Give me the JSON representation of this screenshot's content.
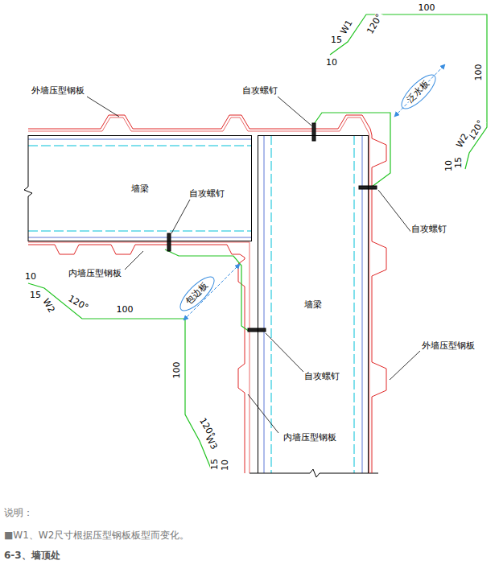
{
  "diagram": {
    "caption": "6-3、墙顶处",
    "nodes": [
      {
        "text": [
          "墙梁"
        ]
      },
      {
        "text": [
          "墙梁"
        ]
      }
    ],
    "labels": [
      "外墙压型钢板",
      "自攻螺钉",
      "W1",
      "15",
      "10",
      "120°",
      "100",
      "100",
      "120°",
      "W2",
      "15",
      "10",
      "泛水板",
      "自攻螺钉",
      "自攻螺钉",
      "内墙压型钢板",
      "10",
      "15",
      "W2",
      "120°",
      "100",
      "包边板",
      "100",
      "120°",
      "W3",
      "15",
      "10",
      "自攻螺钉",
      "外墙压型钢板",
      "内墙压型钢板",
      "说明：",
      "■W1、W2尺寸根据压型钢板板型而变化。"
    ]
  }
}
